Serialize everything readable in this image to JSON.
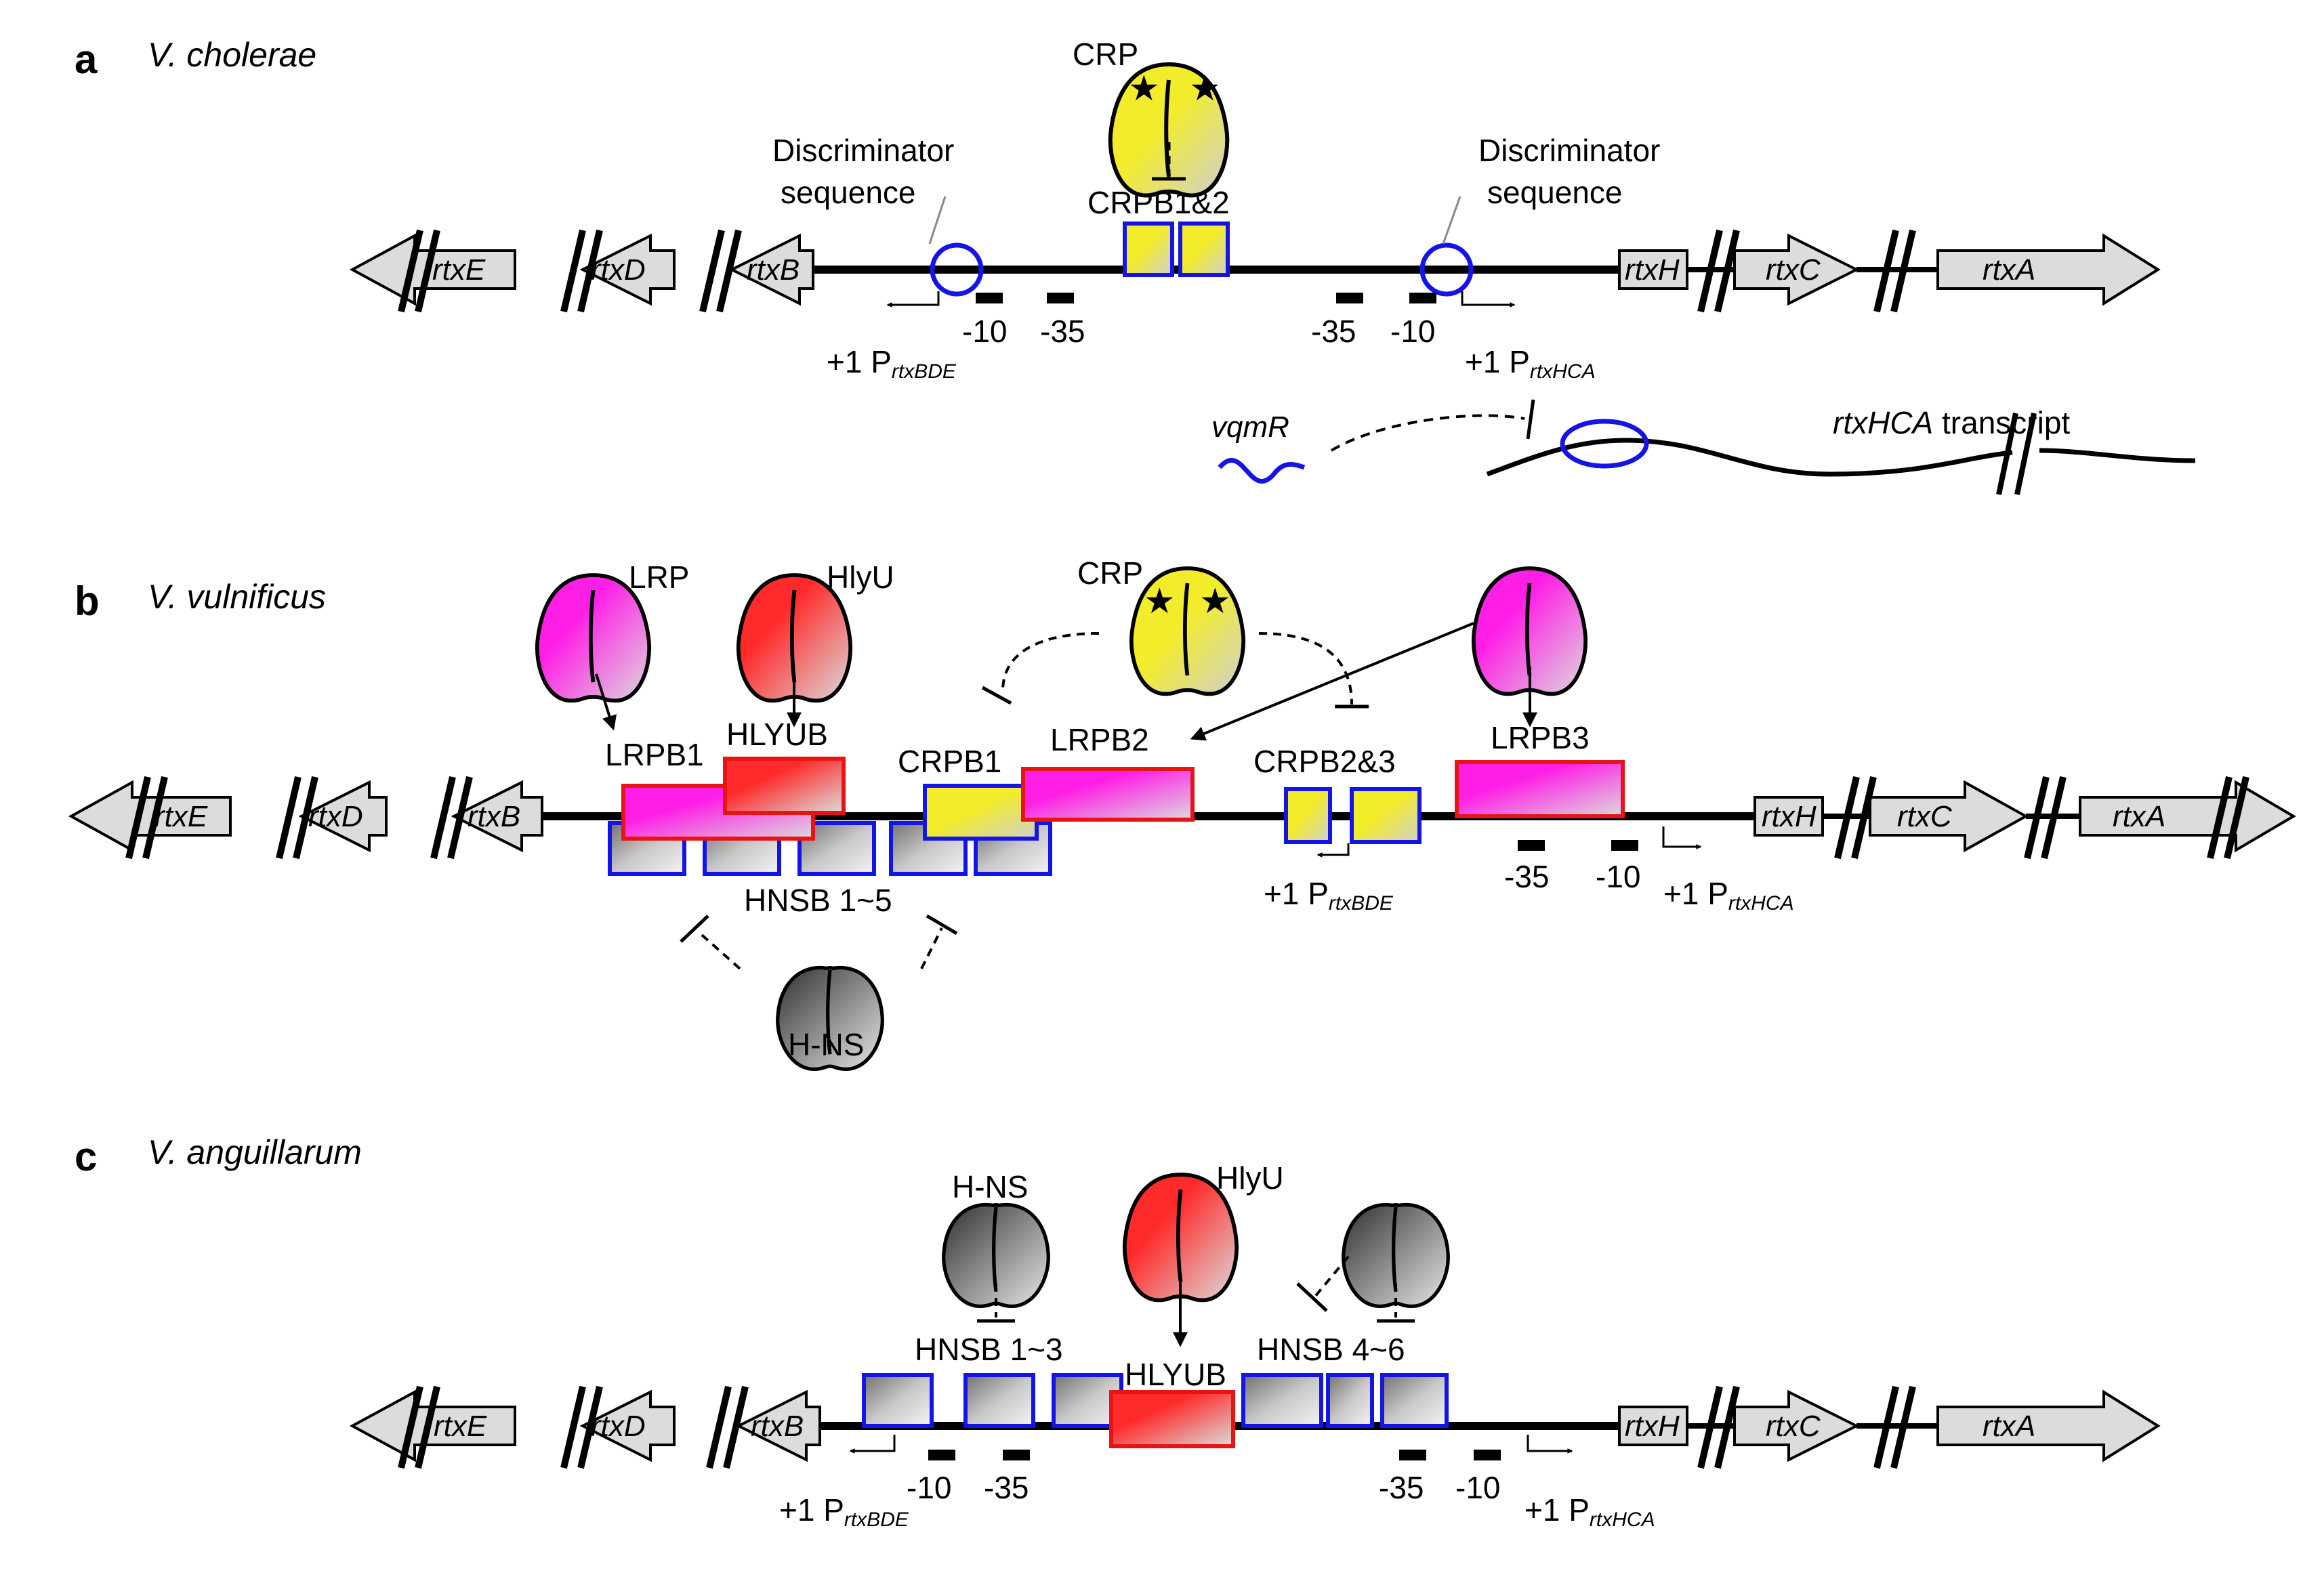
{
  "panels": [
    {
      "letter": "a",
      "species": "V. cholerae",
      "genes_left": [
        "rtxE",
        "rtxD",
        "rtxB"
      ],
      "genes_right": [
        "rtxH",
        "rtxC",
        "rtxA"
      ],
      "regulators": [
        {
          "name": "CRP",
          "effect": "repression",
          "style": "dashed"
        }
      ],
      "binding_sites": [
        "CRPB1&2"
      ],
      "discriminator_label": "Discriminator sequence",
      "discriminator_line1": "Discriminator",
      "discriminator_line2": "sequence",
      "boxes": {
        "m10": "-10",
        "m35": "-35"
      },
      "promoters": {
        "bde_prefix": "+1 P",
        "bde_sub": "rtxBDE",
        "hca_prefix": "+1 P",
        "hca_sub": "rtxHCA"
      },
      "srna": "vqmR",
      "transcript_italic": "rtxHCA",
      "transcript_rest": " transcript"
    },
    {
      "letter": "b",
      "species": "V. vulnificus",
      "genes_left": [
        "rtxE",
        "rtxD",
        "rtxB"
      ],
      "genes_right": [
        "rtxH",
        "rtxC",
        "rtxA"
      ],
      "regulators": [
        {
          "name": "LRP",
          "effect": "activation",
          "style": "solid"
        },
        {
          "name": "HlyU",
          "effect": "activation",
          "style": "solid"
        },
        {
          "name": "CRP",
          "effect": "repression",
          "style": "dashed"
        },
        {
          "name": "H-NS",
          "effect": "repression",
          "style": "dashed"
        }
      ],
      "binding_sites": [
        "LRPB1",
        "HLYUB",
        "CRPB1",
        "LRPB2",
        "CRPB2&3",
        "LRPB3",
        "HNSB 1~5"
      ],
      "boxes": {
        "m10": "-10",
        "m35": "-35"
      },
      "promoters": {
        "bde_prefix": "+1 P",
        "bde_sub": "rtxBDE",
        "hca_prefix": "+1 P",
        "hca_sub": "rtxHCA"
      }
    },
    {
      "letter": "c",
      "species": "V. anguillarum",
      "genes_left": [
        "rtxE",
        "rtxD",
        "rtxB"
      ],
      "genes_right": [
        "rtxH",
        "rtxC",
        "rtxA"
      ],
      "regulators": [
        {
          "name": "H-NS",
          "effect": "repression",
          "style": "dashed"
        },
        {
          "name": "HlyU",
          "effect": "activation",
          "style": "solid"
        }
      ],
      "binding_sites": [
        "HNSB 1~3",
        "HLYUB",
        "HNSB 4~6"
      ],
      "boxes": {
        "m10": "-10",
        "m35": "-35"
      },
      "promoters": {
        "bde_prefix": "+1 P",
        "bde_sub": "rtxBDE",
        "hca_prefix": "+1 P",
        "hca_sub": "rtxHCA"
      }
    }
  ],
  "colors": {
    "crp_yellow": "#f2ec2a",
    "lrp_magenta": "#ff1ee6",
    "hlyu_red": "#ff2a2a",
    "hns_grey": "#3a3a3a",
    "site_border_blue": "#1414e6",
    "site_border_red": "#e61414",
    "gene_fill": "#dcdcdc"
  }
}
